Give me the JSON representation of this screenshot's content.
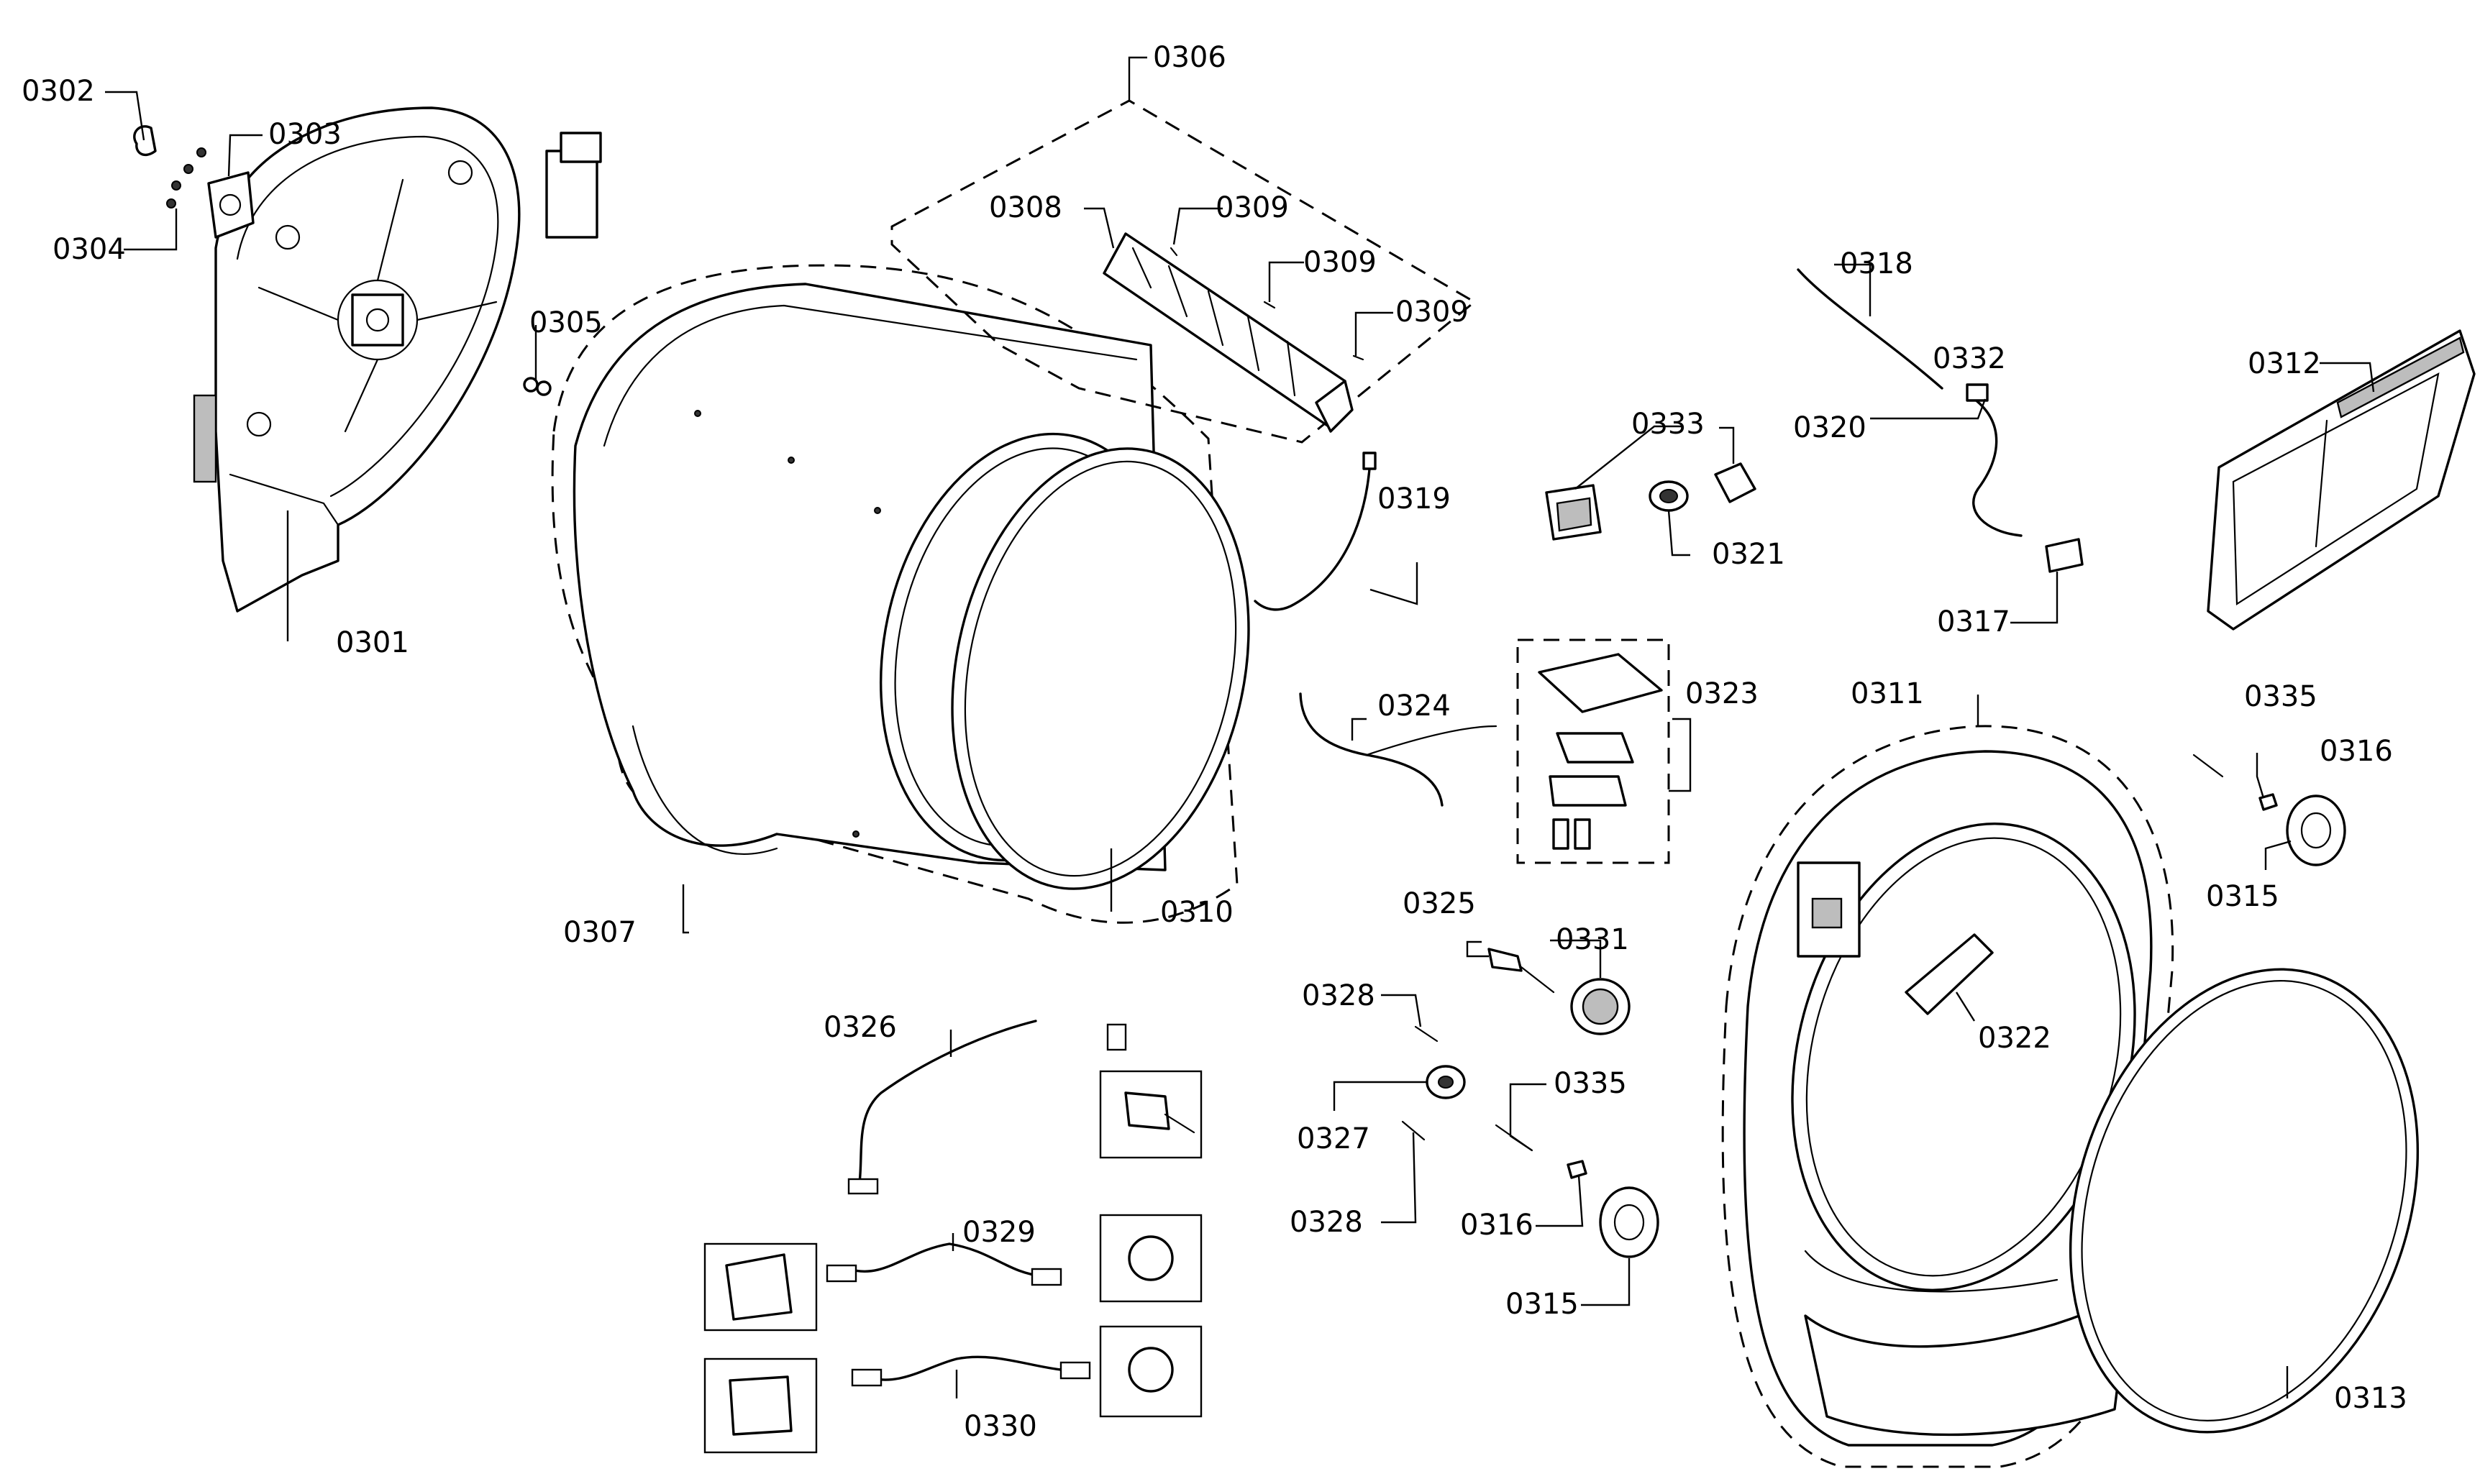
{
  "labels": {
    "0301": "0301",
    "0302": "0302",
    "0303": "0303",
    "0304": "0304",
    "0305": "0305",
    "0306": "0306",
    "0307": "0307",
    "0308": "0308",
    "0309": "0309",
    "0310": "0310",
    "0311": "0311",
    "0312": "0312",
    "0313": "0313",
    "0315": "0315",
    "0316": "0316",
    "0317": "0317",
    "0318": "0318",
    "0319": "0319",
    "0320": "0320",
    "0321": "0321",
    "0322": "0322",
    "0323": "0323",
    "0324": "0324",
    "0325": "0325",
    "0326": "0326",
    "0327": "0327",
    "0328": "0328",
    "0329": "0329",
    "0330": "0330",
    "0331": "0331",
    "0332": "0332",
    "0333": "0333",
    "0335": "0335"
  }
}
